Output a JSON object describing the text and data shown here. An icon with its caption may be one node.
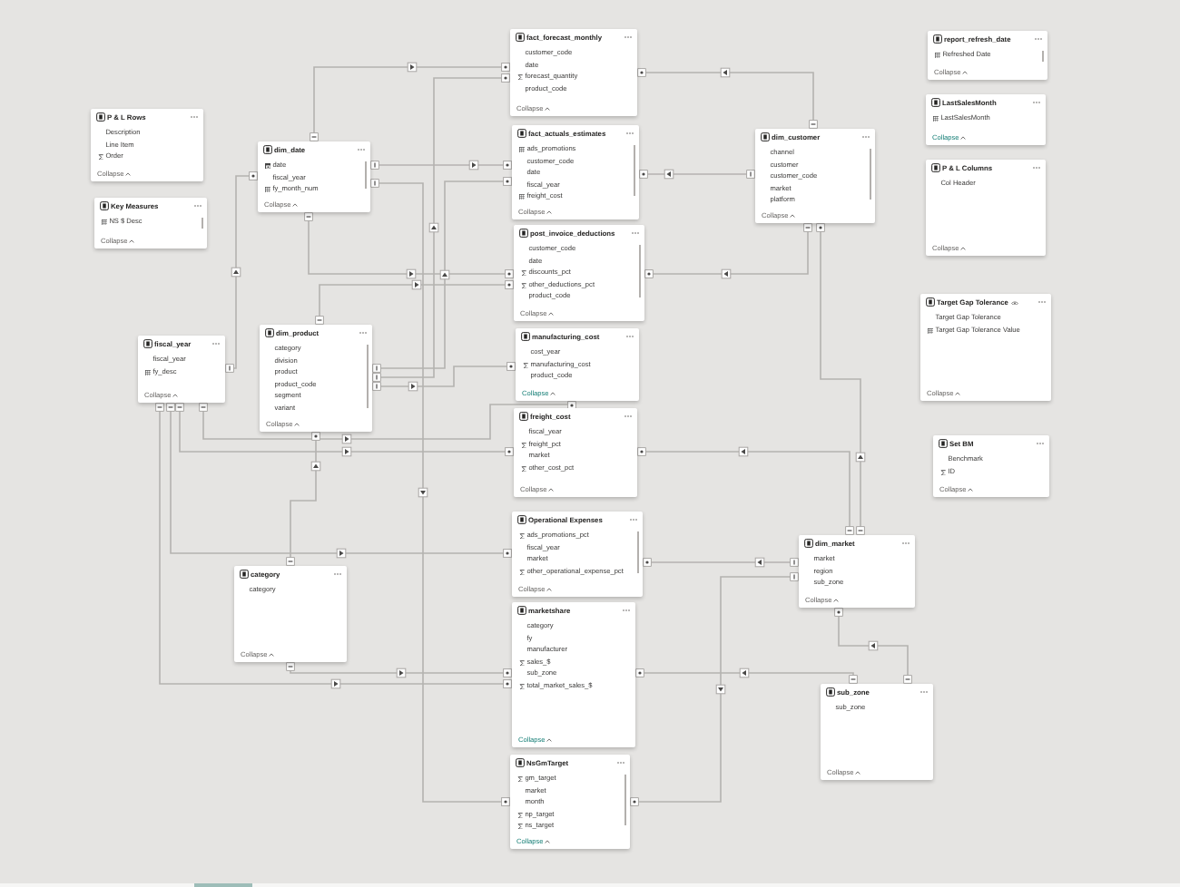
{
  "diagram": {
    "nodes": [
      {
        "text": [
          "fact_forecast_monthly",
          "customer_code",
          "date",
          "forecast_quantity",
          "product_code",
          "Collapse"
        ]
      },
      {
        "text": [
          "report_refresh_date",
          "Refreshed Date",
          "Collapse"
        ]
      },
      {
        "text": [
          "LastSalesMonth",
          "LastSalesMonth",
          "Collapse"
        ]
      },
      {
        "text": [
          "P & L Rows",
          "Description",
          "Line Item",
          "Order",
          "Collapse"
        ]
      },
      {
        "text": [
          "fact_actuals_estimates",
          "ads_promotions",
          "customer_code",
          "date",
          "fiscal_year",
          "freight_cost",
          "Collapse"
        ]
      },
      {
        "text": [
          "dim_customer",
          "channel",
          "customer",
          "customer_code",
          "market",
          "platform",
          "Collapse"
        ]
      },
      {
        "text": [
          "dim_date",
          "date",
          "fiscal_year",
          "fy_month_num",
          "Collapse"
        ]
      },
      {
        "text": [
          "P & L Columns",
          "Col Header",
          "Collapse"
        ]
      },
      {
        "text": [
          "Key Measures",
          "NS $ Desc",
          "Collapse"
        ]
      },
      {
        "text": [
          "post_invoice_deductions",
          "customer_code",
          "date",
          "discounts_pct",
          "other_deductions_pct",
          "product_code",
          "Collapse"
        ]
      },
      {
        "text": [
          "Target Gap Tolerance",
          "Target Gap Tolerance",
          "Target Gap Tolerance Value",
          "Collapse"
        ]
      },
      {
        "text": [
          "dim_product",
          "category",
          "division",
          "product",
          "product_code",
          "segment",
          "variant",
          "Collapse"
        ]
      },
      {
        "text": [
          "manufacturing_cost",
          "cost_year",
          "manufacturing_cost",
          "product_code",
          "Collapse"
        ]
      },
      {
        "text": [
          "fiscal_year",
          "fiscal_year",
          "fy_desc",
          "Collapse"
        ]
      },
      {
        "text": [
          "freight_cost",
          "fiscal_year",
          "freight_pct",
          "market",
          "other_cost_pct",
          "Collapse"
        ]
      },
      {
        "text": [
          "Set BM",
          "Benchmark",
          "ID",
          "Collapse"
        ]
      },
      {
        "text": [
          "Operational Expenses",
          "ads_promotions_pct",
          "fiscal_year",
          "market",
          "other_operational_expense_pct",
          "Collapse"
        ]
      },
      {
        "text": [
          "dim_market",
          "market",
          "region",
          "sub_zone",
          "Collapse"
        ]
      },
      {
        "text": [
          "category",
          "category",
          "Collapse"
        ]
      },
      {
        "text": [
          "marketshare",
          "category",
          "fy",
          "manufacturer",
          "sales_$",
          "sub_zone",
          "total_market_sales_$",
          "Collapse"
        ]
      },
      {
        "text": [
          "sub_zone",
          "sub_zone",
          "Collapse"
        ]
      },
      {
        "text": [
          "NsGmTarget",
          "gm_target",
          "market",
          "month",
          "np_target",
          "ns_target",
          "Collapse"
        ]
      }
    ],
    "edges": [
      {
        "from": 6,
        "to": 0,
        "arrow": "to"
      },
      {
        "from": 6,
        "to": 4,
        "arrow": "to"
      },
      {
        "from": 6,
        "to": 9,
        "arrow": "to"
      },
      {
        "from": 6,
        "to": 21,
        "arrow": "to"
      },
      {
        "from": 13,
        "to": 6,
        "arrow": "to"
      },
      {
        "from": 13,
        "to": 14,
        "arrow": "to"
      },
      {
        "from": 13,
        "to": 16,
        "arrow": "to"
      },
      {
        "from": 13,
        "to": 19,
        "arrow": "to"
      },
      {
        "from": 13,
        "to": 12,
        "arrow": "to"
      },
      {
        "from": 11,
        "to": 0,
        "arrow": "to"
      },
      {
        "from": 11,
        "to": 4,
        "arrow": "to"
      },
      {
        "from": 11,
        "to": 9,
        "arrow": "to"
      },
      {
        "from": 11,
        "to": 12,
        "arrow": "to"
      },
      {
        "from": 18,
        "to": 11,
        "arrow": "to"
      },
      {
        "from": 18,
        "to": 19,
        "arrow": "to"
      },
      {
        "from": 5,
        "to": 0,
        "arrow": "to"
      },
      {
        "from": 5,
        "to": 4,
        "arrow": "to"
      },
      {
        "from": 5,
        "to": 9,
        "arrow": "to"
      },
      {
        "from": 17,
        "to": 5,
        "arrow": "to"
      },
      {
        "from": 17,
        "to": 14,
        "arrow": "to"
      },
      {
        "from": 17,
        "to": 16,
        "arrow": "to"
      },
      {
        "from": 17,
        "to": 21,
        "arrow": "to"
      },
      {
        "from": 20,
        "to": 17,
        "arrow": "to"
      },
      {
        "from": 20,
        "to": 19,
        "arrow": "to"
      }
    ]
  }
}
